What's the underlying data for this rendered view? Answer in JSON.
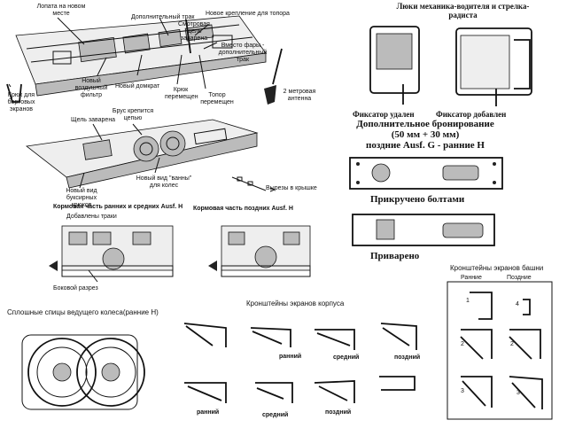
{
  "hull_top": {
    "label_shovel": "Лопата на новом месте",
    "label_extra_track": "Дополнительный трак",
    "label_new_mount_axe": "Новое крепление для топора",
    "label_view_slot": "Смотровая щель заварена",
    "label_instead_headlight": "Вместо фары - дополнительный трак",
    "label_air_filter": "Новый воздушный фильтр",
    "label_jack": "Новый домкрат",
    "label_hook_cover": "Крюк перемещен",
    "label_axe_moved": "Топор перемещен",
    "label_antenna": "2 метровая антенна",
    "label_hook_skirts": "Крюк для бортовых экранов"
  },
  "hull_mid": {
    "label_slot_welded": "Щель заварена",
    "label_beam_chain": "Брус крепится цепью",
    "label_tow_hooks": "Новый вид буксирных крюков",
    "label_wheel_bath": "Новый вид \"ванны\" для колес",
    "label_cutouts": "Вырезы в крышке"
  },
  "rear": {
    "title_early": "Кормовая часть ранних и средних Ausf. H",
    "label_tracks_added": "Добавлены траки",
    "title_late": "Кормовая часть поздних Ausf. H",
    "label_side_section": "Боковой разрез"
  },
  "hatches": {
    "title": "Люки механика-водителя и стрелка-радиста",
    "label_latch_removed": "Фиксатор удален",
    "label_latch_added": "Фиксатор добавлен"
  },
  "armor": {
    "title_line1": "Дополнительное бронирование",
    "title_line2": "(50 мм + 30 мм)",
    "title_line3": "поздние Ausf. G - ранние H",
    "bolted": "Прикручено болтами",
    "welded": "Приварено"
  },
  "turret_brackets": {
    "title": "Кронштейны экранов башни",
    "col_early": "Ранние",
    "col_late": "Поздние",
    "nums": [
      "1",
      "4",
      "2",
      "2",
      "3",
      "3"
    ]
  },
  "sprocket": {
    "title": "Сплошные спицы ведущего колеса(ранние H)"
  },
  "hull_brackets": {
    "title": "Кронштейны экранов корпуса",
    "r1": [
      "ранний",
      "средний",
      "поздний"
    ],
    "r2": [
      "ранний",
      "средний",
      "поздний"
    ]
  }
}
